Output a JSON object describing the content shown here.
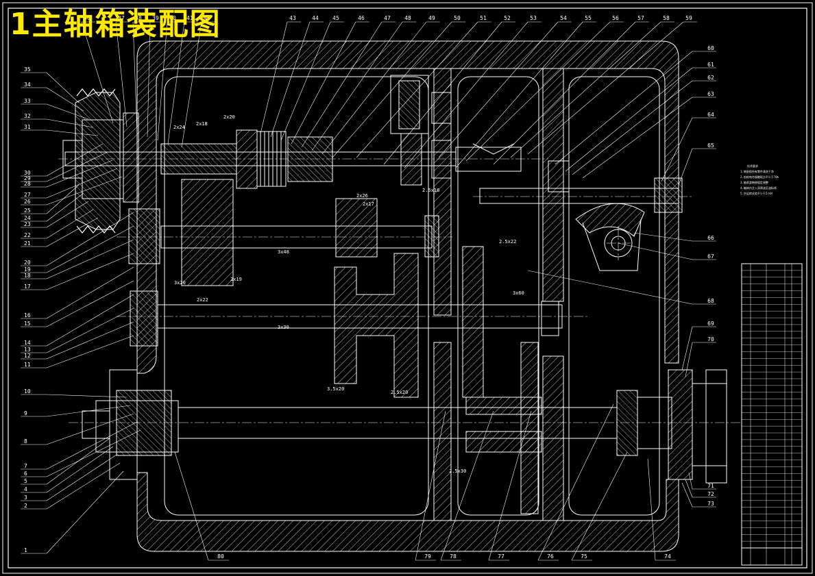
{
  "title": "1主轴箱装配图",
  "colors": {
    "background": "#000000",
    "line": "#ffffff",
    "title": "#ffea00",
    "hatch": "#ffffff",
    "center": "#ffffff"
  },
  "top_labels": [
    "36",
    "37",
    "38",
    "39",
    "40",
    "41",
    "42",
    "43",
    "44",
    "45",
    "46",
    "47",
    "48",
    "49",
    "50",
    "51",
    "52",
    "53",
    "54",
    "55",
    "56",
    "57",
    "58",
    "59"
  ],
  "left_labels": [
    "35",
    "34",
    "33",
    "32",
    "31",
    "30",
    "29",
    "28",
    "27",
    "26",
    "25",
    "24",
    "23",
    "22",
    "21",
    "20",
    "19",
    "18",
    "17",
    "16",
    "15",
    "14",
    "13",
    "12",
    "11",
    "10",
    "9",
    "8",
    "7",
    "6",
    "5",
    "4",
    "3",
    "2",
    "1"
  ],
  "right_labels": [
    "60",
    "61",
    "62",
    "63",
    "64",
    "65",
    "66",
    "67",
    "68",
    "69",
    "70",
    "71",
    "72",
    "73"
  ],
  "bottom_labels": [
    "80",
    "79",
    "78",
    "77",
    "76",
    "75",
    "74"
  ],
  "dims": [
    "2x24",
    "2x18",
    "2x20",
    "2x26",
    "2x17",
    "3x20",
    "2x19",
    "2x22",
    "3x48",
    "3x30",
    "2.5x18",
    "3.5x20",
    "2.5x20",
    "2.5x22",
    "3x60",
    "2.5x30"
  ],
  "notes": [
    "技术要求",
    "1.装配前所有零件清洗干净",
    "2.齿轮啮合接触斑点不少于70%",
    "3.轴承游隙按规定调整",
    "4.箱体内注入润滑油至油标线",
    "5.空运转试验不少于2小时"
  ],
  "table_rows": 42
}
